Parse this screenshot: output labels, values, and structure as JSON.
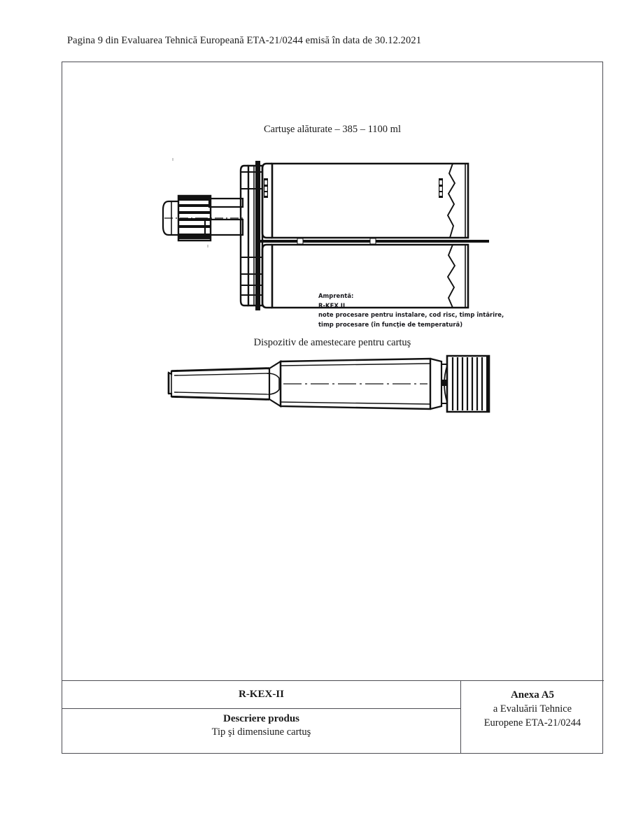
{
  "document": {
    "header_line": "Pagina 9 din Evaluarea Tehnică Europeană ETA-21/0244 emisă în data de 30.12.2021"
  },
  "figures": {
    "cartridge": {
      "caption": "Cartuşe alăturate – 385 – 1100 ml",
      "imprint": {
        "line1": "Amprentă:",
        "line2": "R-KEX II",
        "line3": "note procesare pentru instalare, cod risc, timp întărire,",
        "line4": "timp procesare (în funcţie de temperatură)"
      }
    },
    "mixer": {
      "caption": "Dispozitiv de amestecare pentru cartuş"
    }
  },
  "footer": {
    "product_code": "R-KEX-II",
    "description_title": "Descriere produs",
    "description_sub": "Tip şi dimensiune cartuş",
    "annex_title": "Anexa A5",
    "annex_line1": "a Evaluării Tehnice",
    "annex_line2": "Europene ETA-21/0244"
  },
  "colors": {
    "ink": "#1a1a1a",
    "rule": "#4c4c52",
    "drawing": "#111111",
    "page_bg": "#ffffff"
  }
}
